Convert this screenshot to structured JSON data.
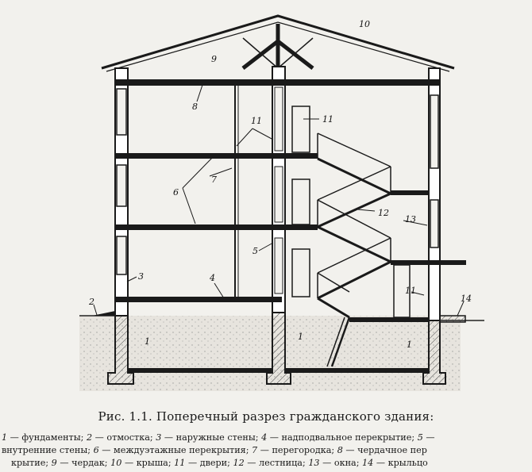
{
  "caption": {
    "title": "Рис. 1.1. Поперечный разрез гражданского здания:",
    "legend_lines": [
      [
        {
          "n": "1",
          "t": " — фундаменты; "
        },
        {
          "n": "2",
          "t": " — отмостка; "
        },
        {
          "n": "3",
          "t": " — наружные стены; "
        },
        {
          "n": "4",
          "t": " — надподвальное перекрытие; "
        },
        {
          "n": "5",
          "t": " —"
        }
      ],
      [
        {
          "n": "",
          "t": "внутренние стены; "
        },
        {
          "n": "6",
          "t": " — междуэтажные перекрытия; "
        },
        {
          "n": "7",
          "t": " — перегородка; "
        },
        {
          "n": "8",
          "t": " — чердачное пер"
        }
      ],
      [
        {
          "n": "",
          "t": "крытие; "
        },
        {
          "n": "9",
          "t": " — чердак; "
        },
        {
          "n": "10",
          "t": " — крыша; "
        },
        {
          "n": "11",
          "t": " — двери; "
        },
        {
          "n": "12",
          "t": " — лестница; "
        },
        {
          "n": "13",
          "t": " — окна; "
        },
        {
          "n": "14",
          "t": " — крыльцо"
        }
      ]
    ]
  },
  "labels": {
    "l1a": "1",
    "l1b": "1",
    "l1c": "1",
    "l2": "2",
    "l3": "3",
    "l4": "4",
    "l5": "5",
    "l6": "6",
    "l7": "7",
    "l8": "8",
    "l9": "9",
    "l10": "10",
    "l11a": "11",
    "l11b": "11",
    "l11c": "11",
    "l12": "12",
    "l13": "13",
    "l14": "14"
  },
  "colors": {
    "ink": "#1a1a1a",
    "paper": "#f2f1ed",
    "ground": "#d9d6cf"
  }
}
